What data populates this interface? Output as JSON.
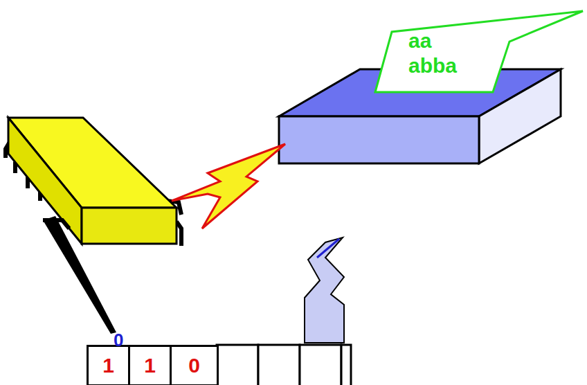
{
  "diagram": {
    "nodes": [
      {
        "text": [
          "aa",
          "abba"
        ]
      },
      {
        "text": [
          "1"
        ]
      },
      {
        "text": [
          "1"
        ]
      },
      {
        "text": [
          "0"
        ]
      }
    ],
    "labels": [
      "0"
    ]
  }
}
